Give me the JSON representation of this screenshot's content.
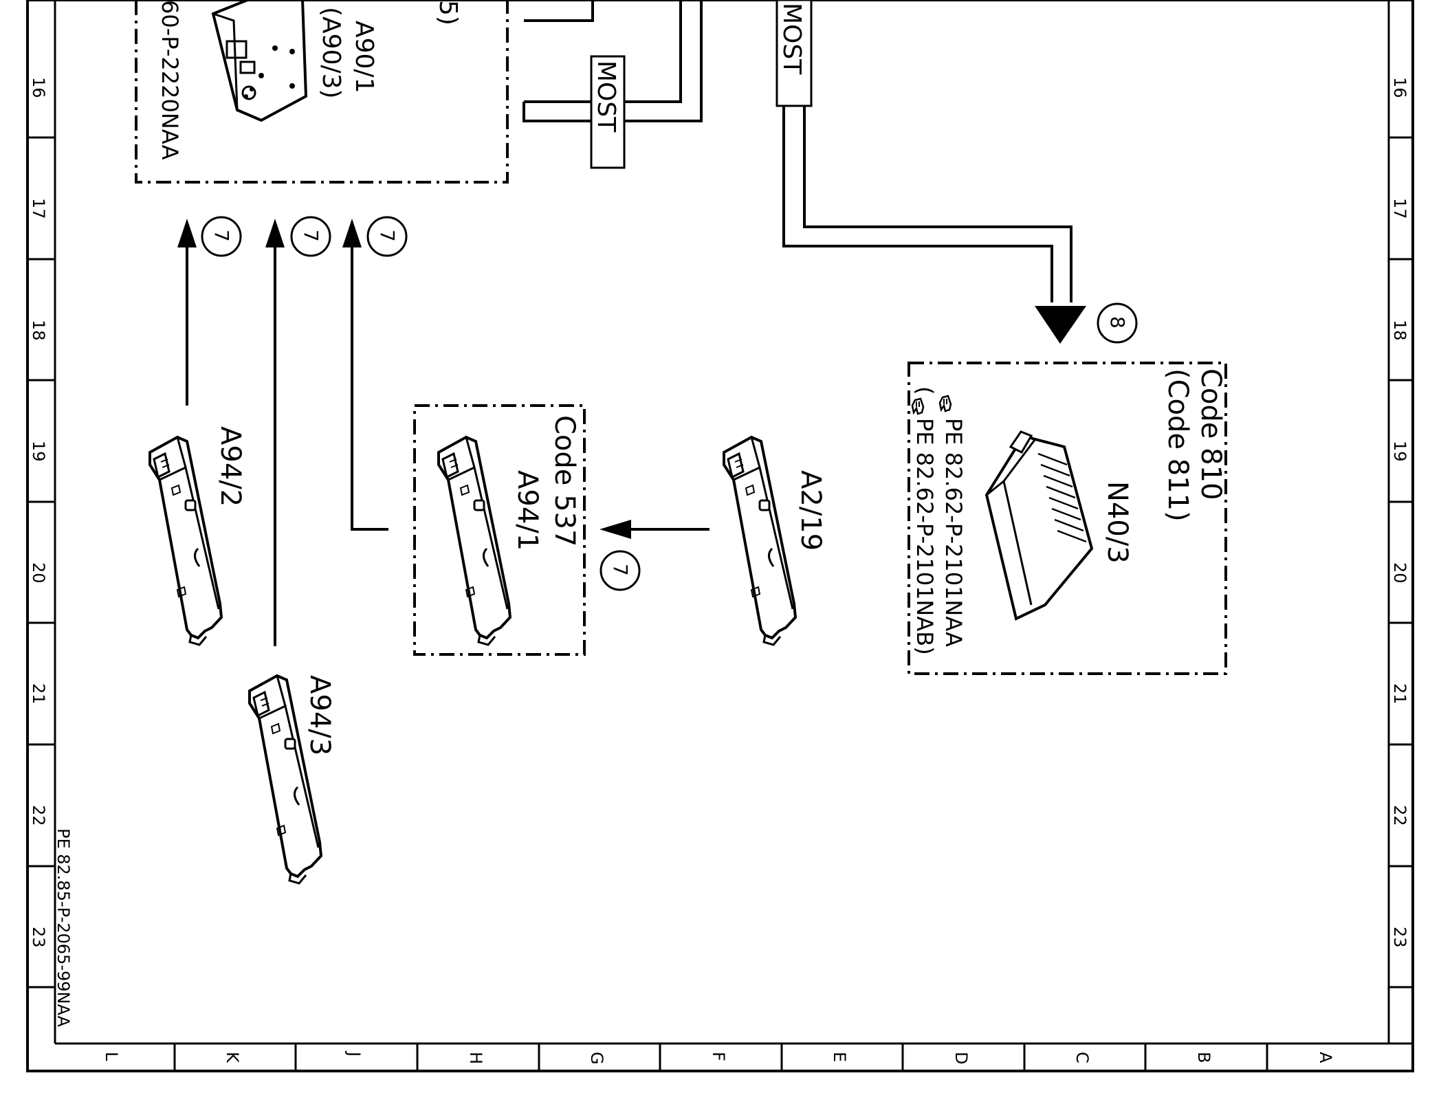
{
  "frame": {
    "row_numbers": [
      "16",
      "17",
      "18",
      "19",
      "20",
      "21",
      "22",
      "23"
    ],
    "column_letters": [
      "L",
      "K",
      "J",
      "H",
      "G",
      "F",
      "E",
      "D",
      "C",
      "B",
      "A"
    ]
  },
  "document_ref": "PE 82.85-P-2065-99NAA",
  "bus_label": "MOST",
  "components": {
    "a90": {
      "line1": "A90/1",
      "line2": "(A90/3)",
      "partial_top": "5)",
      "ref": "60-P-2220NAA"
    },
    "a94_2": {
      "label": "A94/2"
    },
    "a94_3": {
      "label": "A94/3"
    },
    "a94_1": {
      "code": "Code 537",
      "label": "A94/1"
    },
    "a2_19": {
      "label": "A2/19"
    },
    "n40_3": {
      "code": "Code 810",
      "code_alt": "(Code 811)",
      "label": "N40/3",
      "ref1": "PE 82.62-P-2101NAA",
      "ref2": "PE 82.62-P-2101NAB)",
      "ref2_open": "("
    }
  },
  "markers": {
    "seven": "7",
    "eight": "8"
  },
  "icons": [
    "hand-pointer-icon",
    "arrow-up-icon",
    "arrow-left-icon",
    "arrow-down-icon"
  ]
}
